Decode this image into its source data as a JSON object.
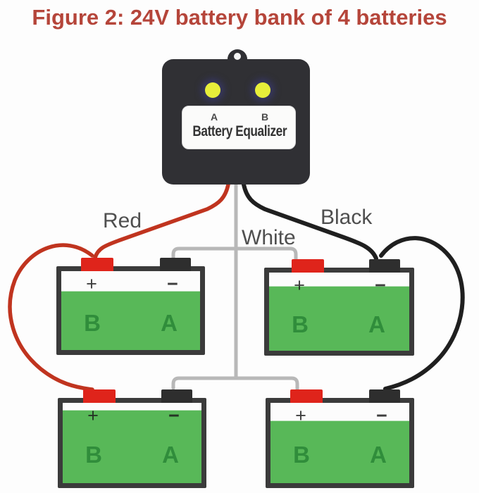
{
  "title": "Figure 2: 24V battery bank of 4 batteries",
  "equalizer": {
    "name_label": "Battery Equalizer",
    "led_a_label": "A",
    "led_b_label": "B",
    "led_color": "#e7ee3a",
    "body_color": "#303034"
  },
  "wires": {
    "red_label": "Red",
    "white_label": "White",
    "black_label": "Black",
    "red_color": "#c0341f",
    "white_color": "#b8b8b8",
    "black_color": "#1f1f1f"
  },
  "batteries": [
    {
      "position": "top-left",
      "plus": "+",
      "minus": "−",
      "left_cell": "B",
      "right_cell": "A"
    },
    {
      "position": "top-right",
      "plus": "+",
      "minus": "−",
      "left_cell": "B",
      "right_cell": "A"
    },
    {
      "position": "bottom-left",
      "plus": "+",
      "minus": "−",
      "left_cell": "B",
      "right_cell": "A"
    },
    {
      "position": "bottom-right",
      "plus": "+",
      "minus": "−",
      "left_cell": "B",
      "right_cell": "A"
    }
  ],
  "colors": {
    "title_text": "#b5453a",
    "battery_green": "#58b858",
    "battery_border": "#3b3b3b",
    "terminal_red": "#df241b",
    "terminal_black": "#2e2e2e",
    "label_text": "#4f4f4f"
  }
}
